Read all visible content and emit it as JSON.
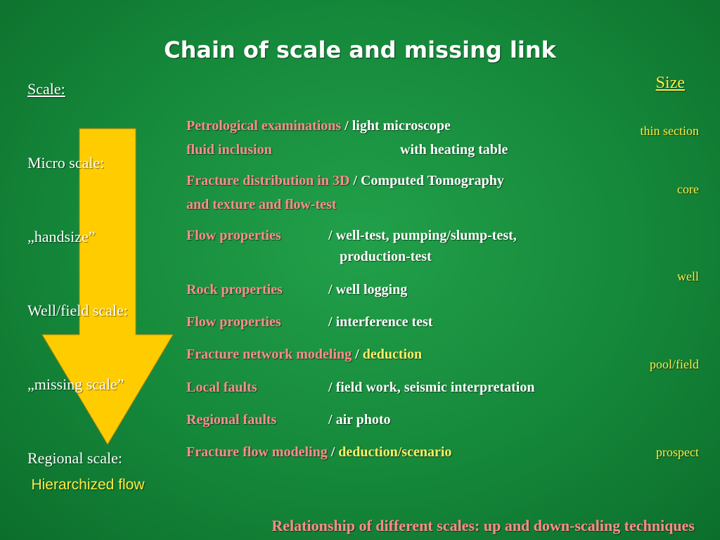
{
  "title": "Chain of scale and missing link",
  "scale": {
    "header": "Scale:",
    "items": [
      "Micro scale:",
      "„handsize”",
      "Well/field scale:",
      "„missing scale”",
      "Regional scale:"
    ]
  },
  "size": {
    "header": "Size",
    "items": [
      "thin section",
      "core",
      "well",
      "pool/field",
      "prospect"
    ]
  },
  "rows": [
    {
      "method": "Petrological examinations",
      "sep": " / ",
      "tech": "light microscope"
    },
    {
      "method": "fluid inclusion",
      "tech": "with heating table"
    },
    {
      "method": "Fracture distribution in 3D",
      "sep": "  / ",
      "tech": "Computed Tomography"
    },
    {
      "method": "and texture and flow-test"
    },
    {
      "method": "Flow properties",
      "sep": "/ ",
      "tech": "well-test, pumping/slump-test,"
    },
    {
      "tech": "production-test"
    },
    {
      "method": "Rock properties",
      "sep": "/ ",
      "tech": "well logging"
    },
    {
      "method": "Flow properties",
      "sep": "/ ",
      "tech": "interference test"
    },
    {
      "method": "Fracture network modeling",
      "sep": " / ",
      "tech": "deduction"
    },
    {
      "method": "Local faults",
      "sep": "/ ",
      "tech": "field work, seismic interpretation"
    },
    {
      "method": "Regional faults",
      "sep": "/ ",
      "tech": "air photo"
    },
    {
      "method": "Fracture flow modeling",
      "sep": " / ",
      "tech": "deduction/scenario"
    }
  ],
  "arrow_label": "Hierarchized flow",
  "footer": "Relationship of different scales: up and down-scaling techniques",
  "colors": {
    "background": "#15883a",
    "arrow": "#ffcc00",
    "method": "#ff8c8c",
    "size": "#ffee44"
  }
}
